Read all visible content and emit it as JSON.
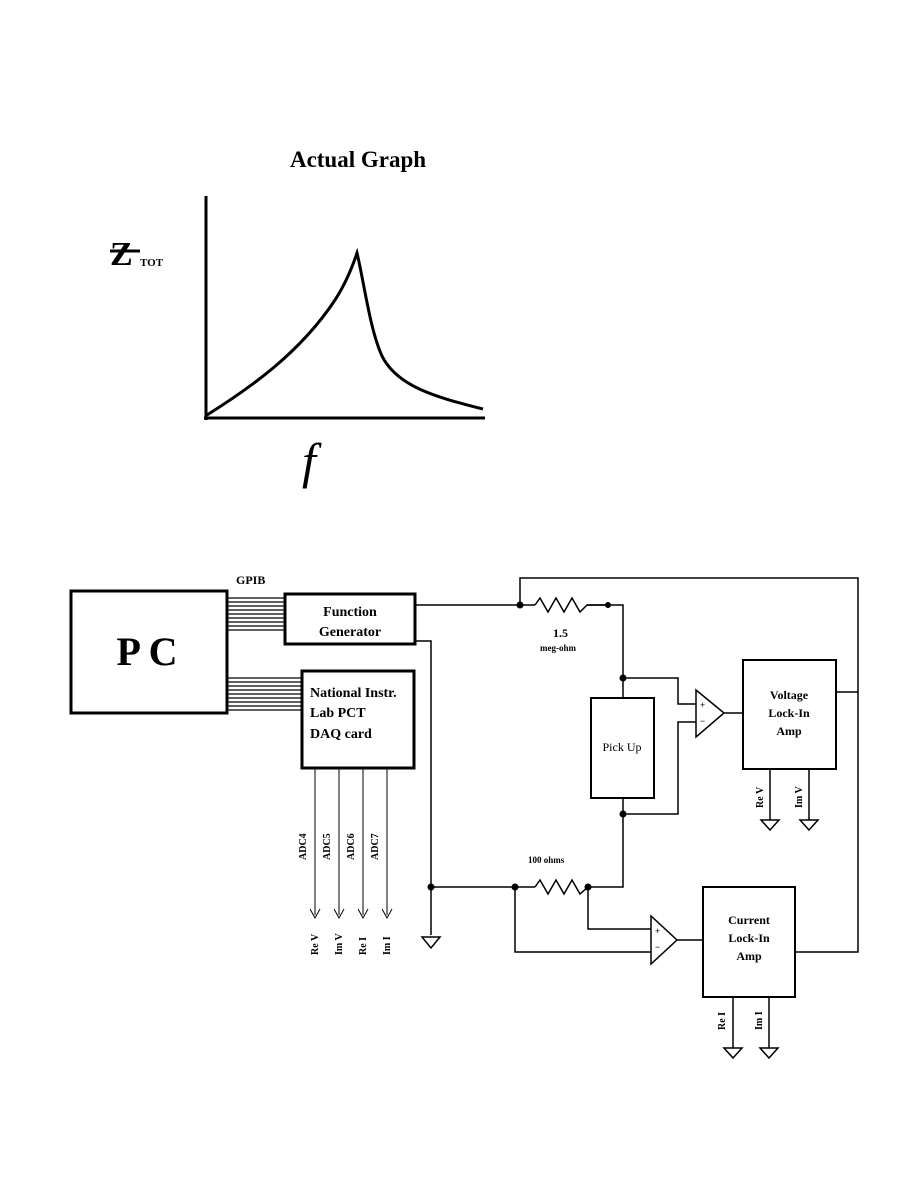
{
  "graph": {
    "title": "Actual Graph",
    "ylabel_main": "Z",
    "ylabel_sub": "TOT",
    "xlabel": "f"
  },
  "circuit": {
    "pc": "P C",
    "gpib": "GPIB",
    "function_generator": [
      "Function",
      "Generator"
    ],
    "daq_card": [
      "National Instr.",
      "Lab PCT",
      "DAQ card"
    ],
    "adc_channels": [
      "ADC4",
      "ADC5",
      "ADC6",
      "ADC7"
    ],
    "adc_signals": [
      "Re V",
      "Im V",
      "Re I",
      "Im I"
    ],
    "resistor_top_value": "1.5",
    "resistor_top_unit": "meg-ohm",
    "resistor_bottom": "100 ohms",
    "pickup": "Pick Up",
    "voltage_lockin": [
      "Voltage",
      "Lock-In",
      "Amp"
    ],
    "voltage_outputs": [
      "Re V",
      "Im V"
    ],
    "current_lockin": [
      "Current",
      "Lock-In",
      "Amp"
    ],
    "current_outputs": [
      "Re I",
      "Im I"
    ],
    "opamp_plus": "+",
    "opamp_minus": "−"
  }
}
